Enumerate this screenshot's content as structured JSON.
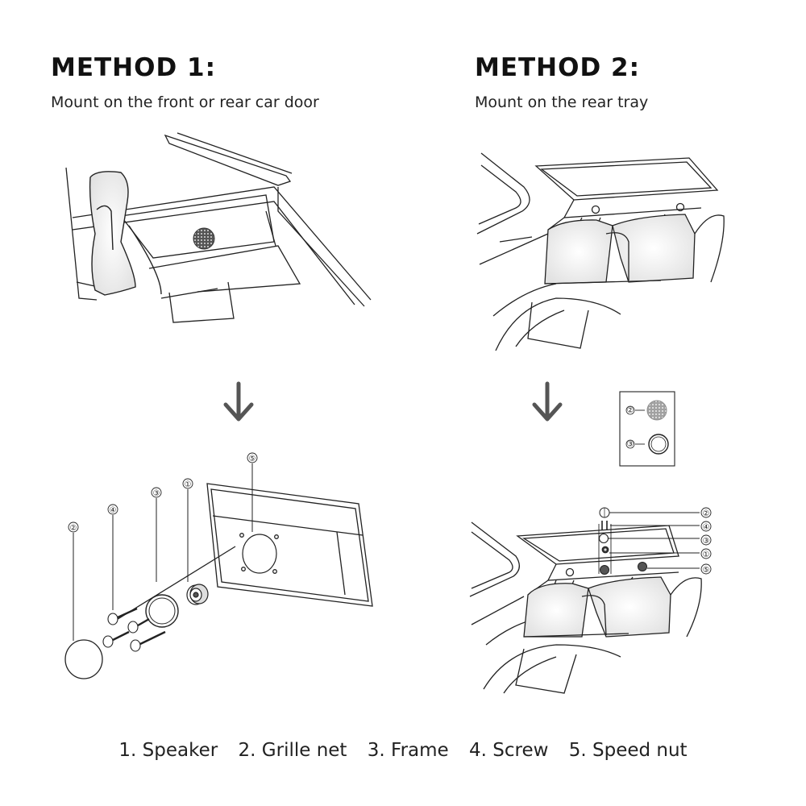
{
  "method1": {
    "title": "METHOD 1:",
    "subtitle": "Mount on the front or rear car door"
  },
  "method2": {
    "title": "METHOD 2:",
    "subtitle": "Mount on the rear tray"
  },
  "callouts": {
    "speaker": "①",
    "grille_net": "②",
    "frame": "③",
    "screw": "④",
    "speed_nut": "⑤"
  },
  "legend": [
    "1. Speaker",
    "2. Grille net",
    "3. Frame",
    "4. Screw",
    "5. Speed nut"
  ],
  "colors": {
    "line": "#222222",
    "arrow": "#555555",
    "shade": "#eeeeee"
  }
}
